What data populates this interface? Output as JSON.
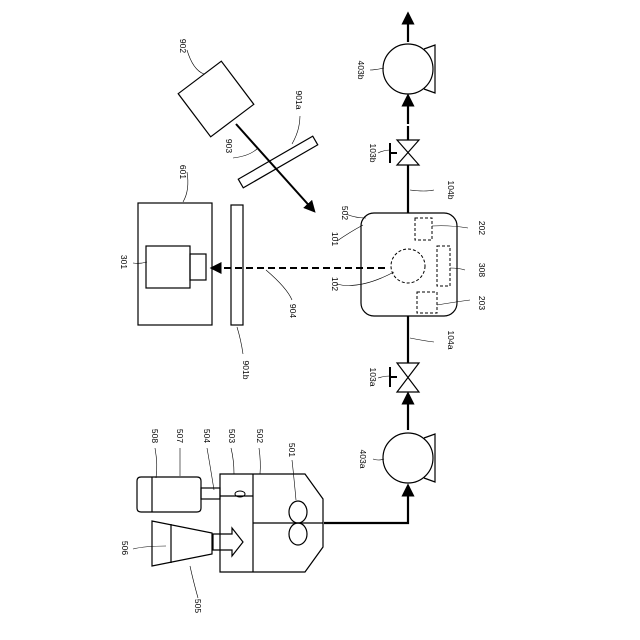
{
  "labels": {
    "l902": "902",
    "l901a": "901a",
    "l903": "903",
    "l601": "601",
    "l301": "301",
    "l904": "904",
    "l901b": "901b",
    "l101": "101",
    "l502_top": "502",
    "l102": "102",
    "l202": "202",
    "l308": "308",
    "l203": "203",
    "l403b": "403b",
    "l103b": "103b",
    "l104b": "104b",
    "l104a": "104a",
    "l103a": "103a",
    "l403a": "403a",
    "l508": "508",
    "l507": "507",
    "l504": "504",
    "l503": "503",
    "l502_bottom": "502",
    "l501": "501",
    "l506": "506",
    "l505": "505"
  }
}
